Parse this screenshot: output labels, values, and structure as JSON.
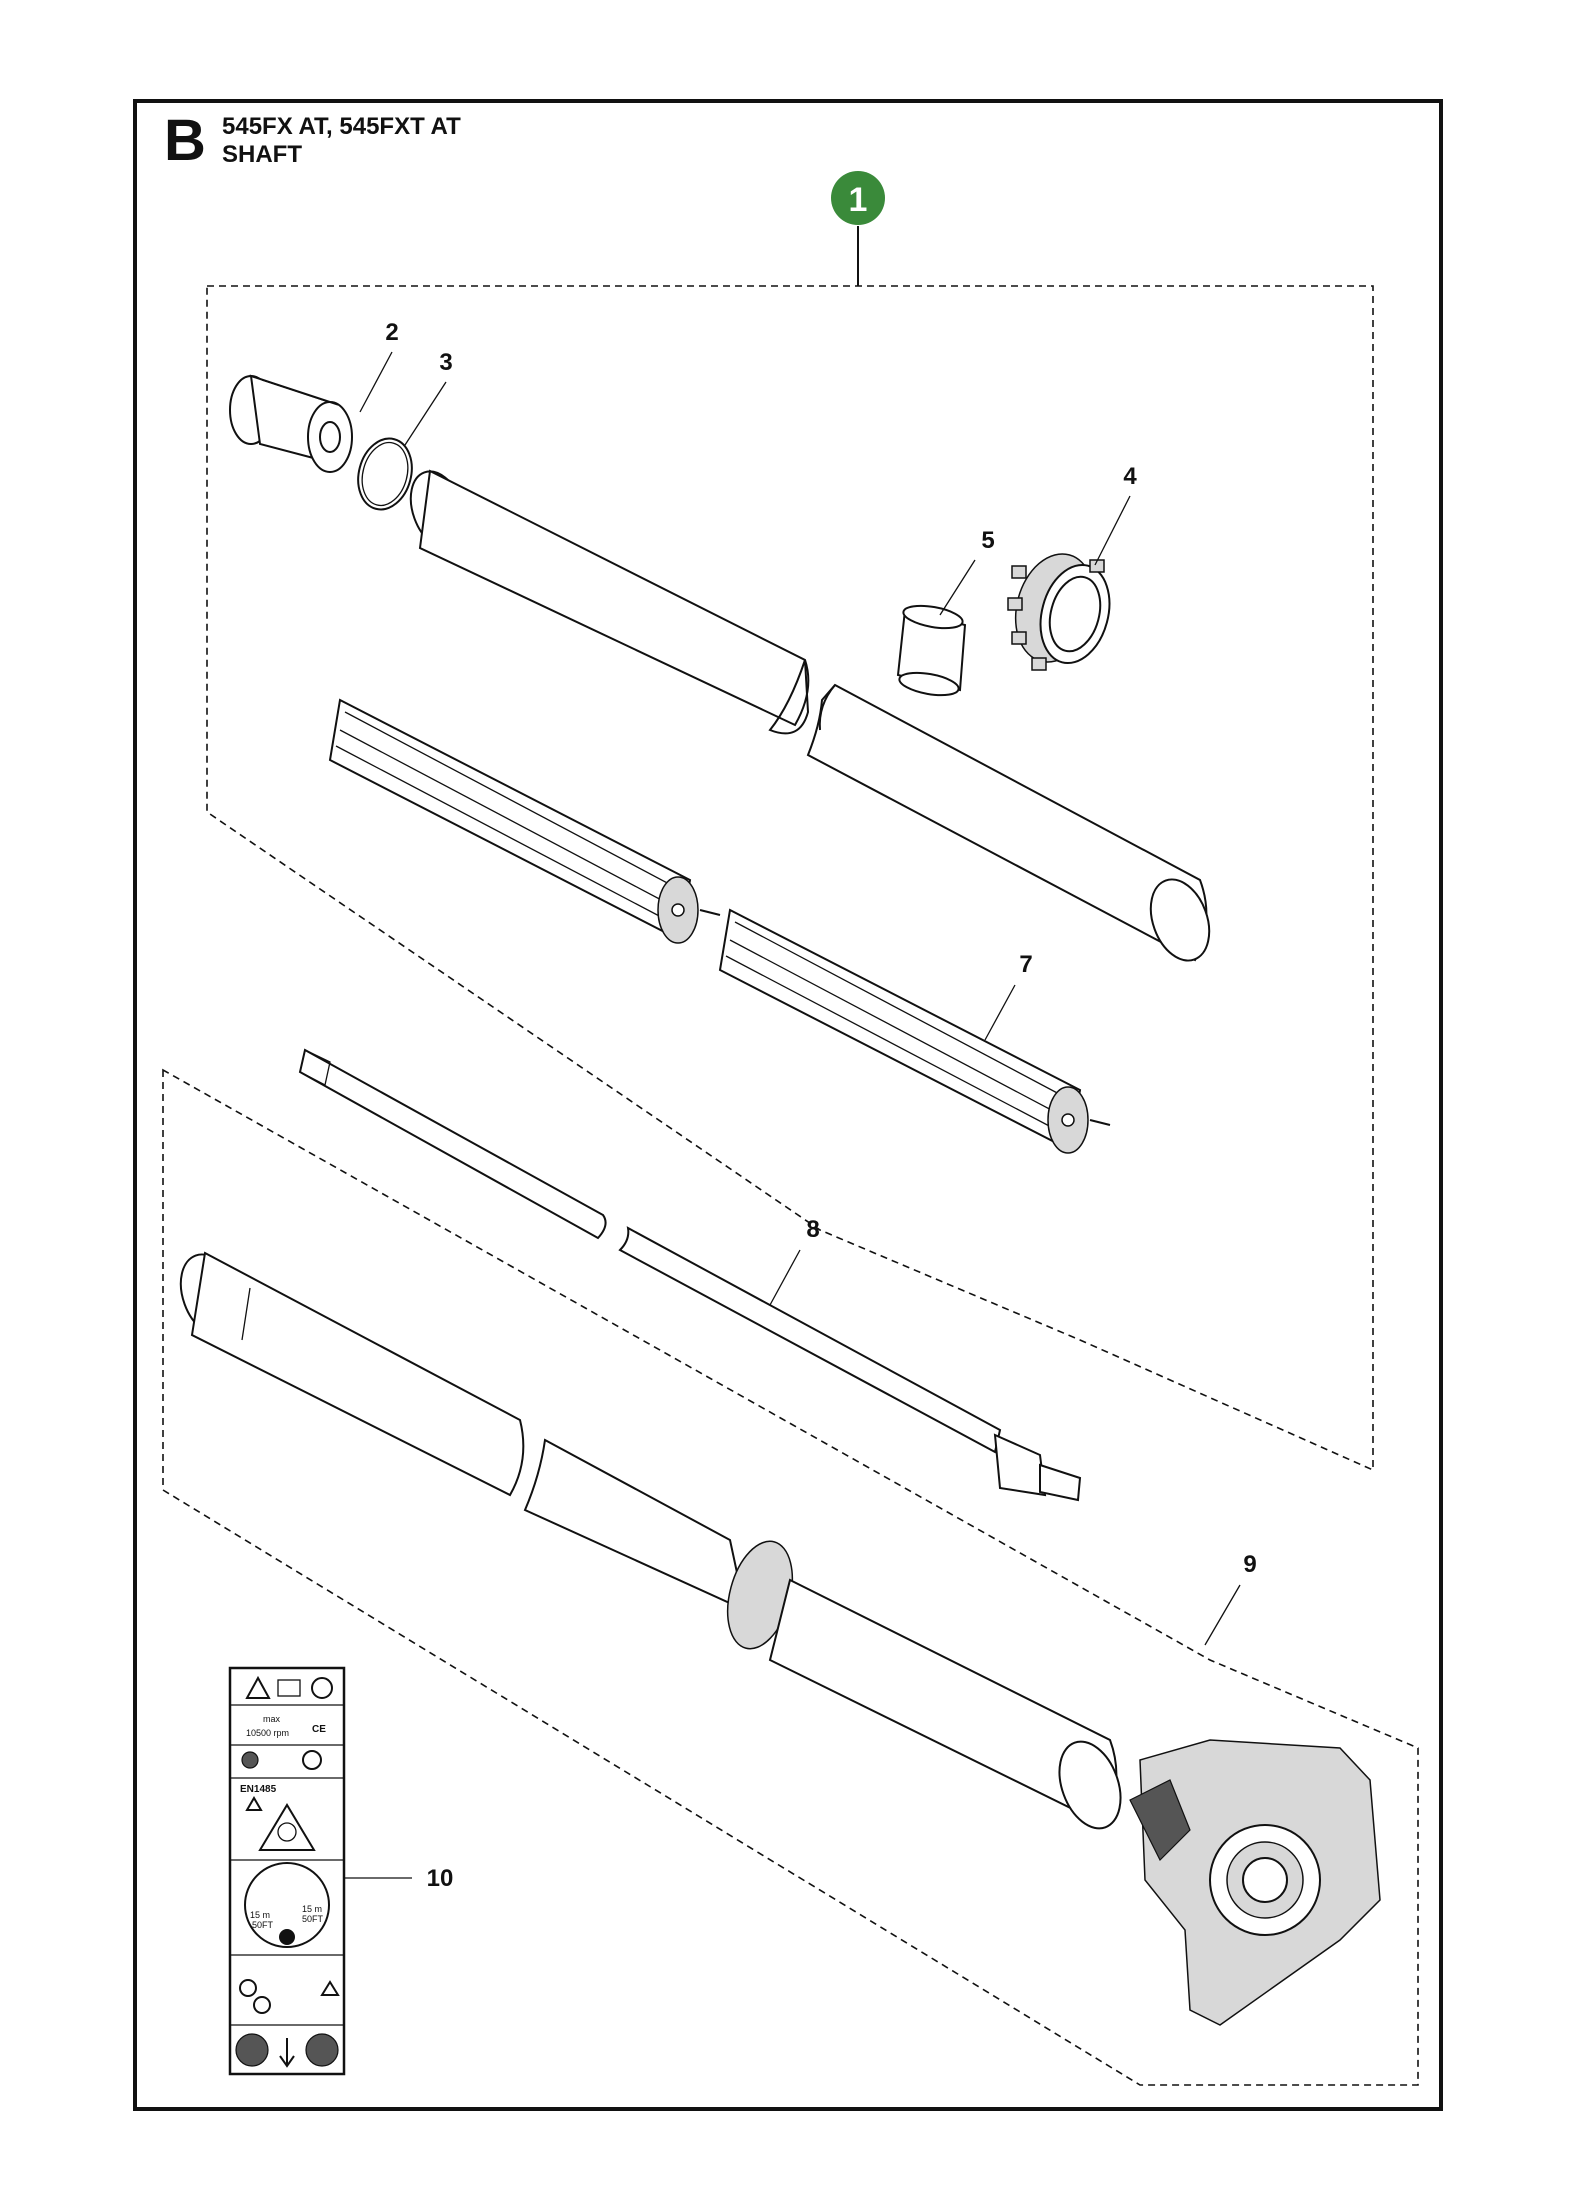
{
  "header": {
    "section_letter": "B",
    "models": "545FX AT, 545FXT AT",
    "section_title": "SHAFT"
  },
  "assembly_badge": {
    "label": "1",
    "color": "#3a8a3a"
  },
  "callouts": [
    {
      "id": "2",
      "text": "2"
    },
    {
      "id": "3",
      "text": "3"
    },
    {
      "id": "4",
      "text": "4"
    },
    {
      "id": "5",
      "text": "5"
    },
    {
      "id": "7",
      "text": "7"
    },
    {
      "id": "8",
      "text": "8"
    },
    {
      "id": "9",
      "text": "9"
    },
    {
      "id": "10",
      "text": "10"
    }
  ],
  "decal": {
    "max_text": "max",
    "rpm_text": "10500 rpm",
    "ce_text": "CE",
    "std_text": "EN1485",
    "dist_left": "15 m",
    "dist_left_ft": "50FT",
    "dist_right": "15 m",
    "dist_right_ft": "50FT"
  }
}
